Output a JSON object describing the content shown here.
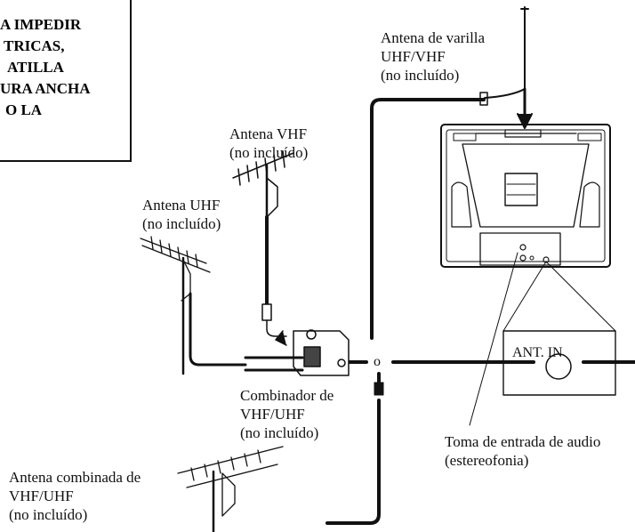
{
  "warning": {
    "lines": [
      "A IMPEDIR",
      "TRICAS,",
      "ATILLA",
      "URA ANCHA",
      "O LA"
    ]
  },
  "labels": {
    "rod_antenna": [
      "Antena de varilla",
      "UHF/VHF",
      "(no incluído)"
    ],
    "vhf_antenna": [
      "Antena VHF",
      "(no incluído)"
    ],
    "uhf_antenna": [
      "Antena UHF",
      "(no incluído)"
    ],
    "combiner": [
      "Combinador de",
      "VHF/UHF",
      "(no incluído)"
    ],
    "combo_antenna": [
      "Antena combinada de",
      "VHF/UHF",
      "(no incluído)"
    ],
    "audio_jack": [
      "Toma de entrada de audio",
      "(estereofonia)"
    ],
    "ant_in": "ANT. IN",
    "or_marker": "o"
  }
}
